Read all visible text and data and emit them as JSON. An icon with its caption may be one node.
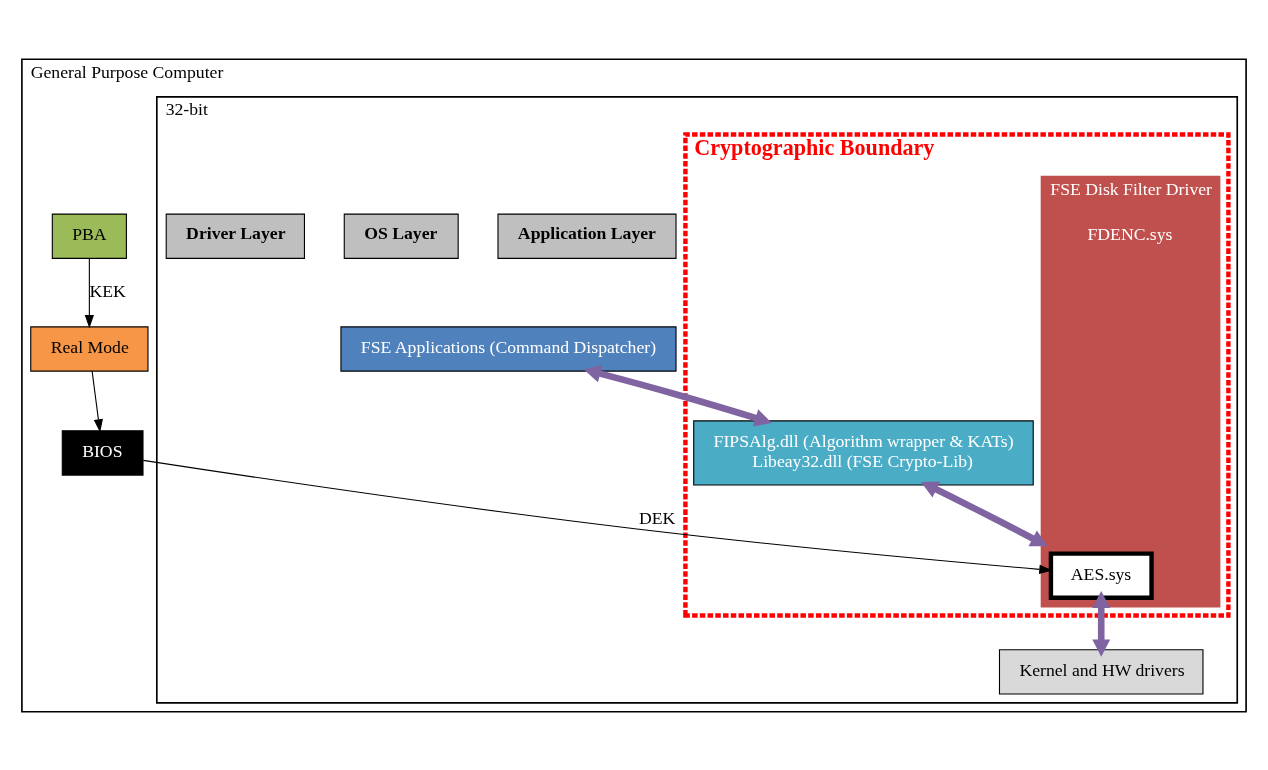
{
  "diagram": {
    "nodes": [
      {
        "text": [
          "General Purpose Computer"
        ]
      },
      {
        "text": [
          "BIOS"
        ],
        "in": 0
      },
      {
        "text": [
          "Real Mode"
        ],
        "in": 0
      },
      {
        "text": [
          "PBA"
        ],
        "in": 0
      },
      {
        "text": [
          "32-bit"
        ],
        "in": 0
      },
      {
        "text": [
          "FSE Applications (Command Dispatcher)"
        ],
        "in": 4
      },
      {
        "text": [
          "Cryptographic Boundary"
        ],
        "in": 4
      },
      {
        "text": [
          "FIPSAlg.dll (Algorithm wrapper & KATs)",
          "Libeay32.dll (FSE Crypto-Lib)"
        ],
        "in": 6
      },
      {
        "text": [
          "FSE Disk Filter Driver",
          "FDENC.sys"
        ],
        "in": 6
      },
      {
        "text": [
          "AES.sys"
        ],
        "in": 8
      },
      {
        "text": [
          "Kernel and HW drivers"
        ],
        "in": 4
      },
      {
        "text": [
          "Application Layer"
        ],
        "in": 4
      },
      {
        "text": [
          "OS Layer"
        ],
        "in": 4
      },
      {
        "text": [
          "Driver Layer"
        ],
        "in": 4
      }
    ],
    "edges": [
      {
        "from": 3,
        "to": 2,
        "arrow": "to",
        "label": "KEK"
      },
      {
        "from": 2,
        "to": 1,
        "arrow": "to"
      },
      {
        "from": 1,
        "to": 9,
        "arrow": "to",
        "label": "DEK"
      },
      {
        "from": 5,
        "to": 7,
        "arrow": "both",
        "style": "thick",
        "color": "#8064a2"
      },
      {
        "from": 7,
        "to": 8,
        "arrow": "both",
        "style": "thick",
        "color": "#8064a2"
      },
      {
        "from": 9,
        "to": 10,
        "arrow": "both",
        "style": "thick",
        "color": "#8064a2"
      }
    ]
  }
}
